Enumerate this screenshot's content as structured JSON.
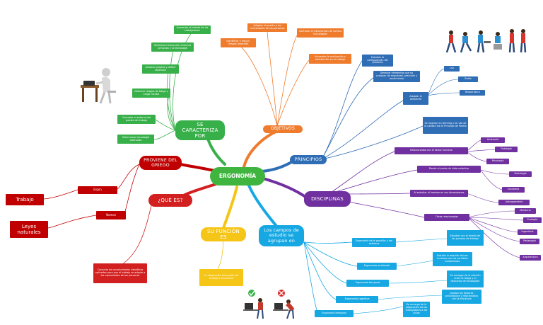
{
  "center": "ERGONOMÍA",
  "branches": {
    "caracteriza": "SE CARACTERIZA POR",
    "objetivos": "OBJETIVOS",
    "principios": "PRINCIPIOS",
    "disciplinas": "DISCIPLINAS",
    "campos": "Los campos de estudio se agrupan en",
    "funcion": "SU FUNCIÓN ES",
    "quees": "¿QUÉ ES?",
    "griego": "PROVIENE DEL GRIEGO"
  },
  "caracteriza_items": [
    "Aumentar el interés de los trabajadores",
    "Optimizar interacción entre las personas y la tecnología",
    "Analizar puestos y definir objetivos",
    "Detectar riesgos de fatiga y carga mental",
    "Controlar el entorno del puesto de trabajo",
    "Seleccionar tecnología adecuada"
  ],
  "objetivos_items": [
    "Adaptar el puesto a las necesidades de las personas",
    "Identificar y reducir riesgos laborales",
    "Controlar la introducción de nuevas tecnologías",
    "Aumentar la motivación y satisfacción en el trabajo"
  ],
  "principios_items": [
    "Estudiar la configuración del producto",
    "Detectar elementos que no cumplan de seguridad, precisión y rendimiento",
    "Adaptar el ambiente",
    "Se inspiran en Deming y la ruta de la calidad fue el Principio de Pareto"
  ],
  "ambiente_items": [
    "Luz",
    "Ruido",
    "Temperatura"
  ],
  "disciplinas_items": [
    "Relacionadas con el factor humano",
    "Desde el punto de vista colectivo",
    "Al estudiar al hombre en sus dimensiones",
    "Otras relacionadas"
  ],
  "disciplinas_sub": {
    "humano": [
      "Anatomía",
      "Fisiología",
      "Psicología"
    ],
    "colectivo": [
      "Sociología",
      "Economía"
    ],
    "dimensiones": [
      "Antropometría"
    ],
    "otras": [
      "Medicina",
      "Ecología",
      "Ingeniería",
      "Pedagogía",
      "Arquitectura"
    ]
  },
  "campos_items": [
    "Ergonomía de la posición y del esfuerzo",
    "Ergonomía ambiental",
    "Ergonomía temporal",
    "Ergonomía cognitiva",
    "Ergonomía temporal"
  ],
  "campos_desc": [
    "Estudiar con el diseño de los puestos de trabajo",
    "Estudia la relación del ser humano con las variables ambientales",
    "Se encarga de la relación entre la fatiga y el descanso del trabajador",
    "Analiza los factores psicológicos y relacionados con la eficiencia",
    "Se encarga de la adaptación de los trabajadores a los ciclos"
  ],
  "funcion_text": "La adaptación del puesto de trabajo a la persona",
  "quees_text": "Conjunto de conocimientos científicos aplicados para que el trabajo se adapte a las capacidades de las personas",
  "griego_items": [
    "Ergon",
    "Nomos"
  ],
  "griego_meanings": [
    "Trabajo",
    "Leyes naturales"
  ],
  "icons": [
    "worker-at-desk-illustration",
    "people-postures-illustration",
    "good-posture-icon",
    "bad-posture-icon"
  ],
  "colors": {
    "green": "#38b04a",
    "orange": "#ef7b2d",
    "blue": "#2f6db5",
    "purple": "#7030a0",
    "cyan": "#17a8e3",
    "yellow": "#f5c518",
    "red": "#d21f1f",
    "darkred": "#c00000",
    "center": "#3fb540"
  }
}
